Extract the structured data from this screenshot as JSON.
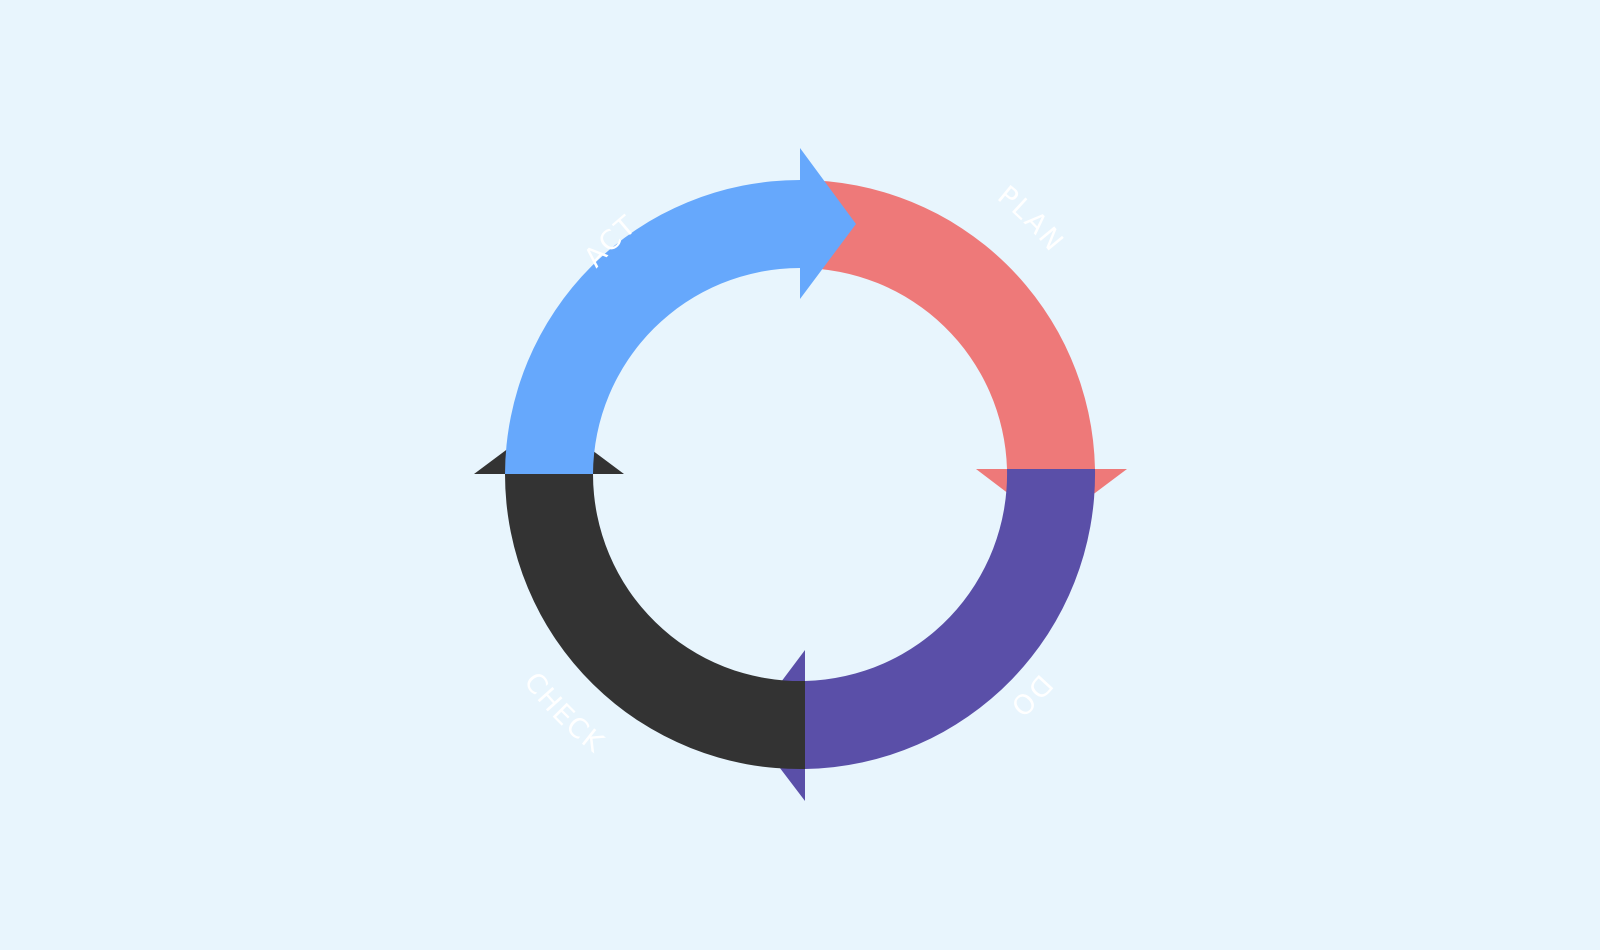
{
  "cycle": {
    "colors": {
      "background": "#E8F5FD",
      "plan": "#EE7979",
      "do": "#5A4FA8",
      "check": "#333333",
      "act": "#66A8FC"
    },
    "stages": [
      {
        "key": "plan",
        "label": "PLAN"
      },
      {
        "key": "do",
        "label": "DO"
      },
      {
        "key": "check",
        "label": "CHECK"
      },
      {
        "key": "act",
        "label": "ACT"
      }
    ]
  }
}
